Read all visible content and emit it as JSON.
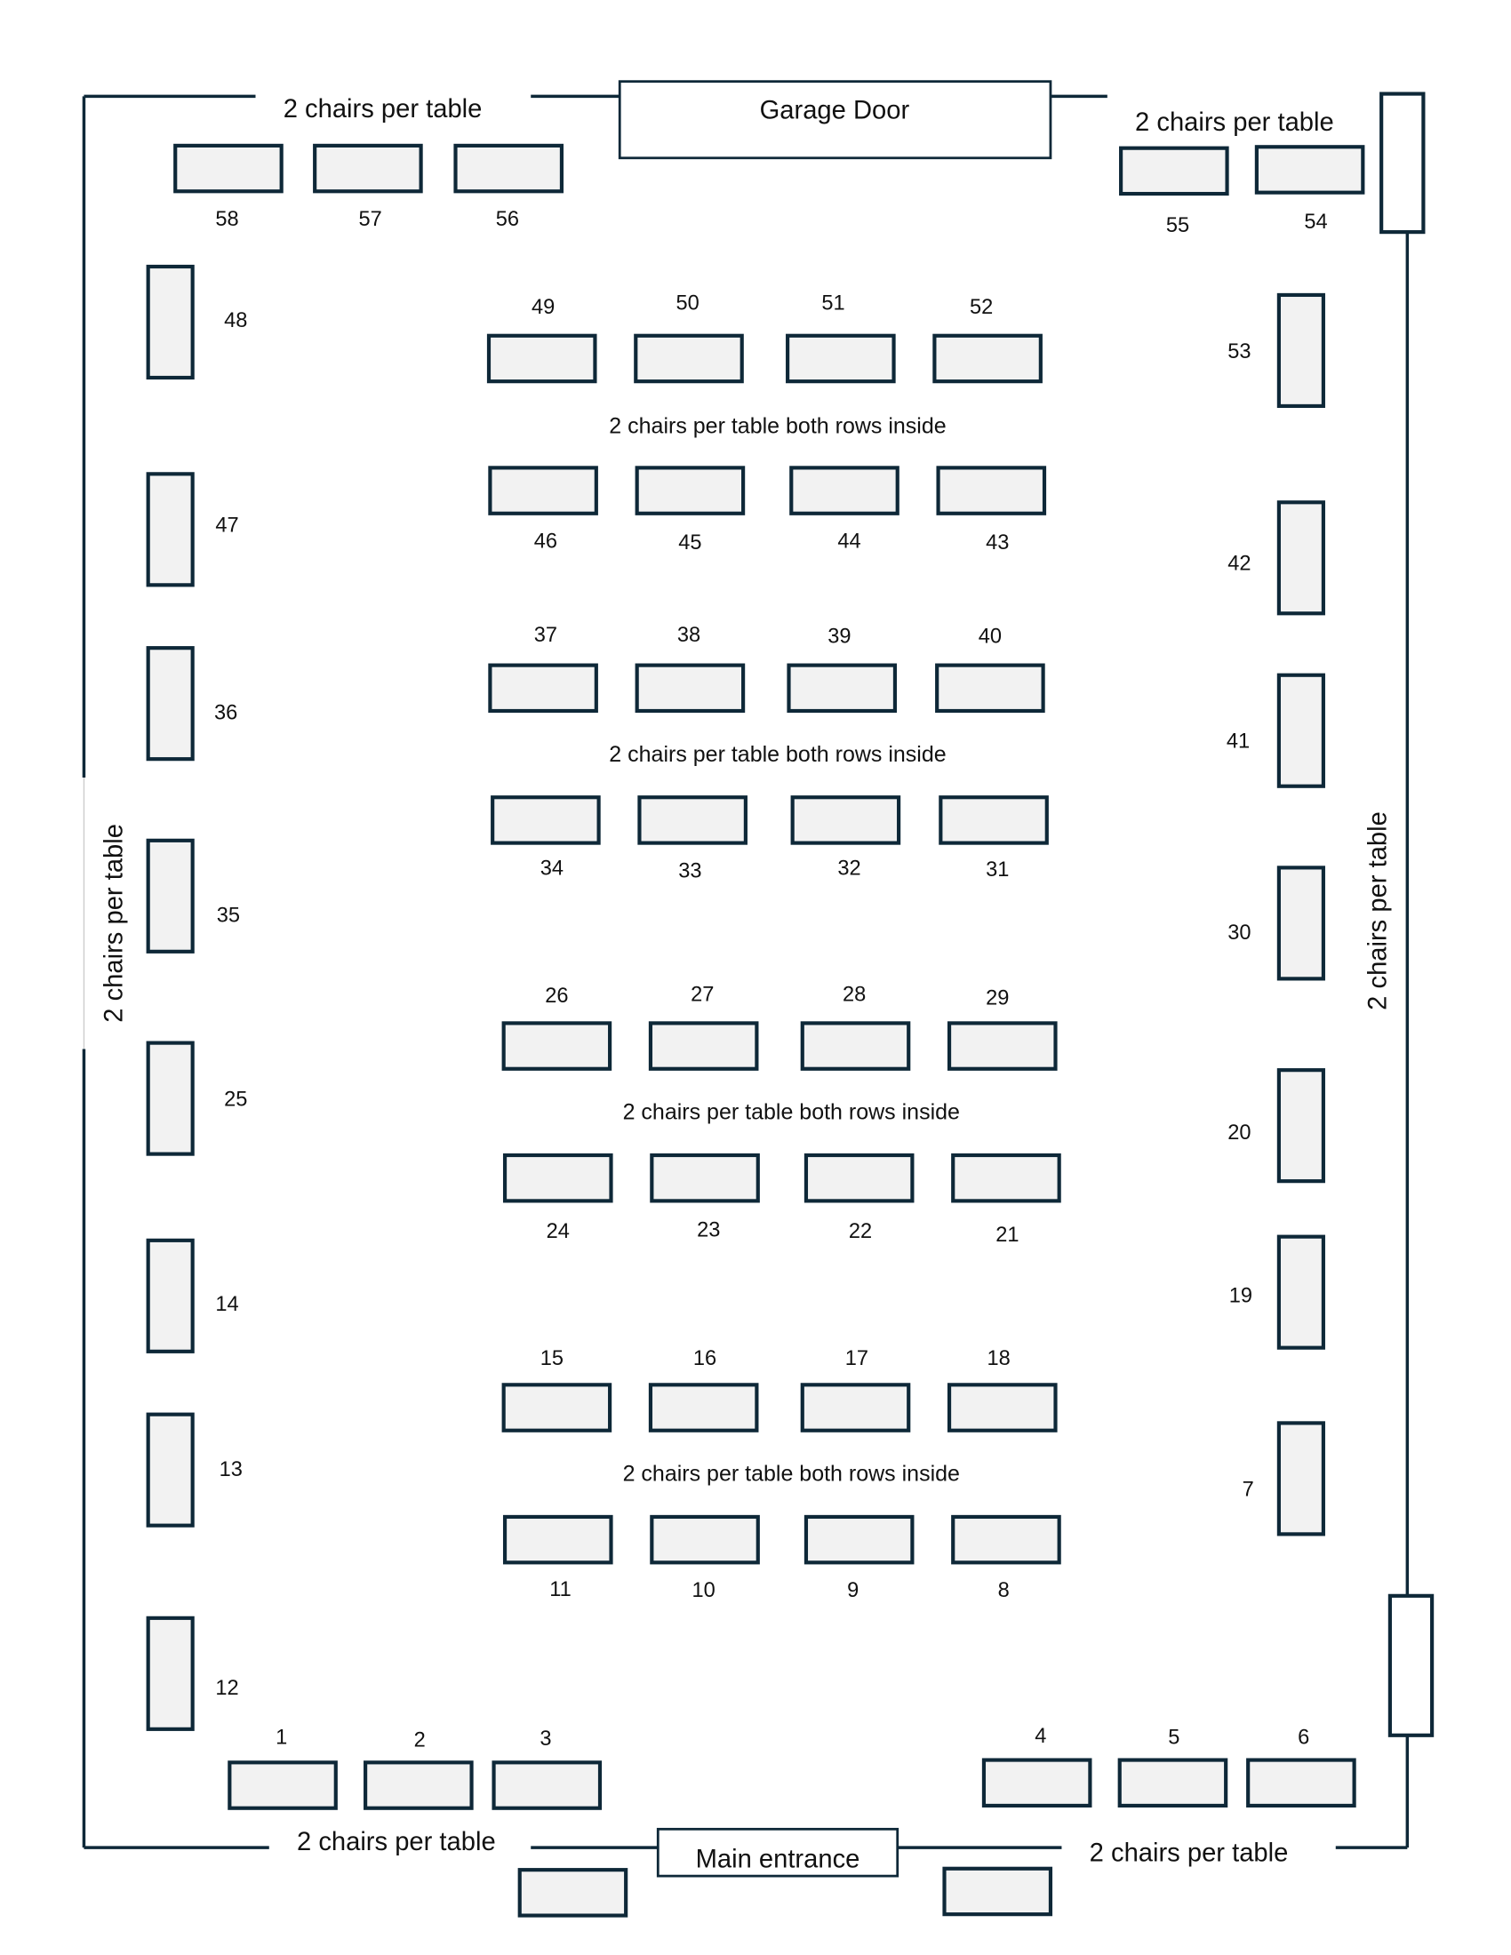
{
  "colors": {
    "wall": "#0e2838",
    "table_fill": "#f2f2f2",
    "text": "#111111"
  },
  "doors": {
    "garage": "Garage Door",
    "entrance": "Main entrance"
  },
  "notes": {
    "top_left": "2 chairs per table",
    "top_right": "2 chairs per table",
    "left": "2 chairs per table",
    "right": "2 chairs per table",
    "bottom_left": "2 chairs per table",
    "bottom_right": "2 chairs per table",
    "inside_1": "2 chairs per table both rows inside",
    "inside_2": "2 chairs per table both rows inside",
    "inside_3": "2 chairs per table both rows inside",
    "inside_4": "2 chairs per table both rows inside"
  },
  "tables": [
    "58",
    "57",
    "56",
    "55",
    "54",
    "48",
    "47",
    "36",
    "35",
    "25",
    "14",
    "13",
    "12",
    "53",
    "42",
    "41",
    "30",
    "20",
    "19",
    "7",
    "49",
    "50",
    "51",
    "52",
    "46",
    "45",
    "44",
    "43",
    "37",
    "38",
    "39",
    "40",
    "34",
    "33",
    "32",
    "31",
    "26",
    "27",
    "28",
    "29",
    "24",
    "23",
    "22",
    "21",
    "15",
    "16",
    "17",
    "18",
    "11",
    "10",
    "9",
    "8",
    "1",
    "2",
    "3",
    "4",
    "5",
    "6"
  ]
}
